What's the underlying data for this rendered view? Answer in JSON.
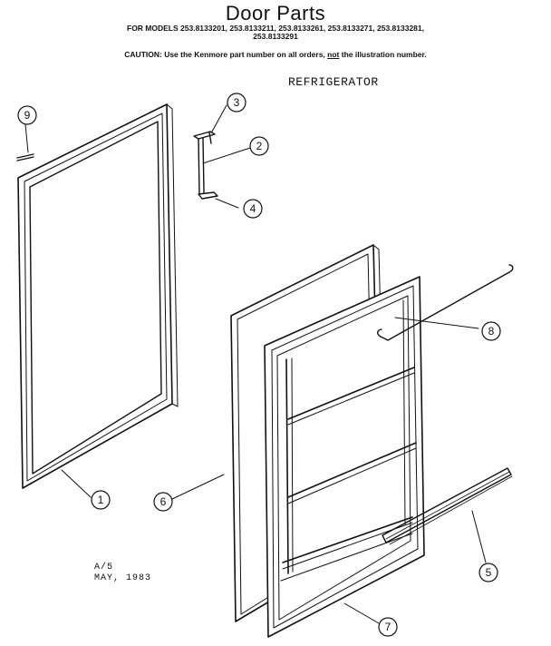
{
  "header": {
    "title": "Door Parts",
    "models_line1": "FOR MODELS 253.8133201, 253.8133211, 253.8133261, 253.8133271, 253.8133281,",
    "models_line2": "253.8133291",
    "caution_prefix": "CAUTION: Use the Kenmore part number on all orders, ",
    "caution_not": "not",
    "caution_suffix": " the illustration number."
  },
  "section_label": "REFRIGERATOR",
  "footnote": {
    "line1": "A/5",
    "line2": "MAY, 1983"
  },
  "callouts": [
    {
      "id": "part-1",
      "number": "1"
    },
    {
      "id": "part-2",
      "number": "2"
    },
    {
      "id": "part-3",
      "number": "3"
    },
    {
      "id": "part-4",
      "number": "4"
    },
    {
      "id": "part-5",
      "number": "5"
    },
    {
      "id": "part-6",
      "number": "6"
    },
    {
      "id": "part-7",
      "number": "7"
    },
    {
      "id": "part-8",
      "number": "8"
    },
    {
      "id": "part-9",
      "number": "9"
    }
  ]
}
